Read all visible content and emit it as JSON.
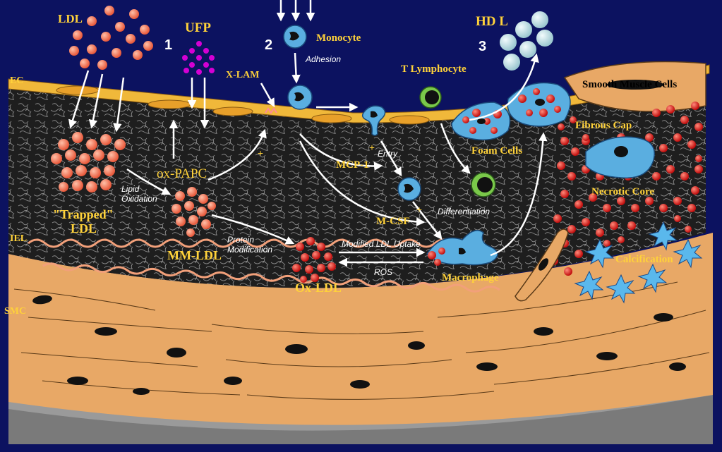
{
  "labels": {
    "ldl": "LDL",
    "ufp": "UFP",
    "num1": "1",
    "num2": "2",
    "num3": "3",
    "monocyte": "Monocyte",
    "adhesion": "Adhesion",
    "hdl": "HD L",
    "ec": "EC",
    "xlam": "X-LAM",
    "t_lymphocyte": "T Lymphocyte",
    "smooth_muscle_cells": "Smooth Muscle Cells",
    "fibrous_cap": "Fibrous Cap",
    "foam_cells": "Foam Cells",
    "ox_papc": "ox-PAPC",
    "trapped_ldl_1": "\"Trapped\"",
    "trapped_ldl_2": "LDL",
    "lipid_oxidation_1": "Lipid",
    "lipid_oxidation_2": "Oxidation",
    "mcp1": "MCP-1",
    "entry": "Entry",
    "necrotic_core": "Necrotic Core",
    "iel": "IEL",
    "mm_ldl": "MM-LDL",
    "m_csf": "M-CSF",
    "differentiation": "Differentiation",
    "protein_modification_1": "Protein",
    "protein_modification_2": "Modification",
    "modified_ldl_uptake": "Modified LDL Uptake",
    "ros": "ROS",
    "calcification": "Calcification",
    "ox_ldl": "Ox-LDL",
    "macrophage": "Macrophage",
    "smc": "SMC"
  },
  "colors": {
    "background": "#0c1260",
    "intima": "#1a1a1a",
    "endothelium": "#f0b83a",
    "media": "#e8a866",
    "adventitia": "#9a9a9a",
    "ldl": "#f07a5a",
    "ufp": "#d400d4",
    "hdl": "#c8e8ec",
    "cell_blue": "#5aaee0",
    "necrotic": "#d01818",
    "label_yellow": "#ffd23a"
  }
}
